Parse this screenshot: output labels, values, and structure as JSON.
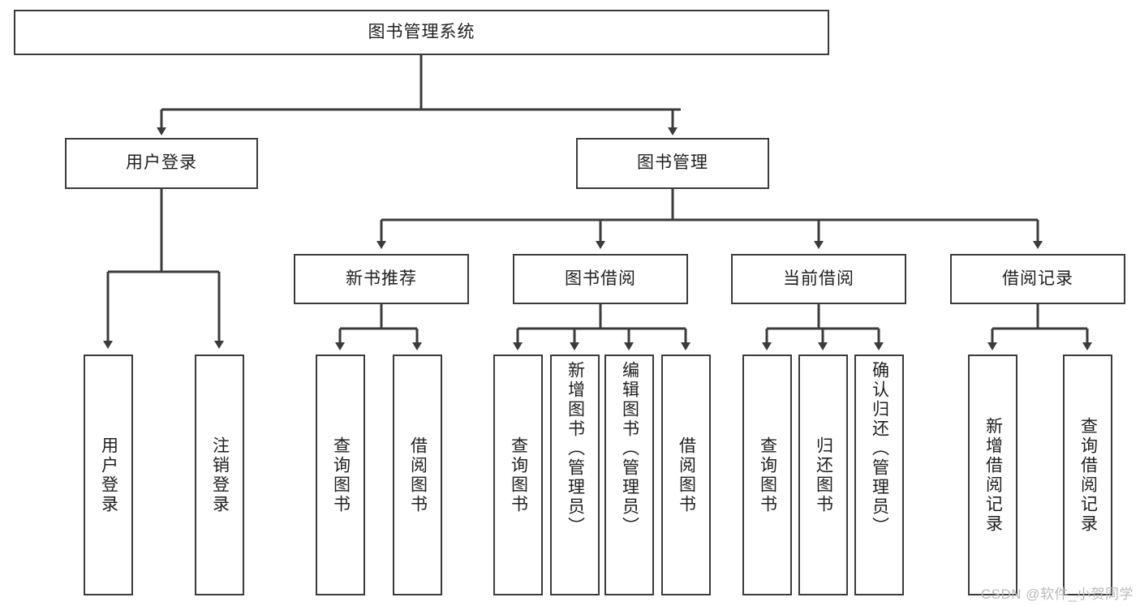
{
  "diagram": {
    "title": "图书管理系统",
    "type": "tree-hierarchy-diagram",
    "root": {
      "id": "root",
      "label": "图书管理系统"
    },
    "level2": [
      {
        "id": "user-login",
        "label": "用户登录"
      },
      {
        "id": "book-manage",
        "label": "图书管理"
      }
    ],
    "level3": [
      {
        "id": "new-book-recommend",
        "label": "新书推荐"
      },
      {
        "id": "book-borrow",
        "label": "图书借阅"
      },
      {
        "id": "current-borrow",
        "label": "当前借阅"
      },
      {
        "id": "borrow-record",
        "label": "借阅记录"
      }
    ],
    "leaves": [
      {
        "id": "leaf-user-login",
        "label": "用户登录"
      },
      {
        "id": "leaf-user-logout",
        "label": "注销登录"
      },
      {
        "id": "leaf-query-book-1",
        "label": "查询图书"
      },
      {
        "id": "leaf-borrow-book-1",
        "label": "借阅图书"
      },
      {
        "id": "leaf-query-book-2",
        "label": "查询图书"
      },
      {
        "id": "leaf-add-book-admin",
        "label": "新增图书（管理员）"
      },
      {
        "id": "leaf-edit-book-admin",
        "label": "编辑图书（管理员）"
      },
      {
        "id": "leaf-borrow-book-2",
        "label": "借阅图书"
      },
      {
        "id": "leaf-query-book-3",
        "label": "查询图书"
      },
      {
        "id": "leaf-return-book",
        "label": "归还图书"
      },
      {
        "id": "leaf-confirm-return-admin",
        "label": "确认归还（管理员）"
      },
      {
        "id": "leaf-add-borrow-record",
        "label": "新增借阅记录"
      },
      {
        "id": "leaf-query-borrow-record",
        "label": "查询借阅记录"
      }
    ],
    "colors": {
      "background": "#ffffff",
      "box_border": "#3b3b3b",
      "box_fill": "#ffffff",
      "connector": "#3b3b3b",
      "text": "#1f1f1f",
      "watermark": "#b9b9b9"
    }
  },
  "watermark": {
    "text": "CSDN @软件_小贺同学"
  }
}
